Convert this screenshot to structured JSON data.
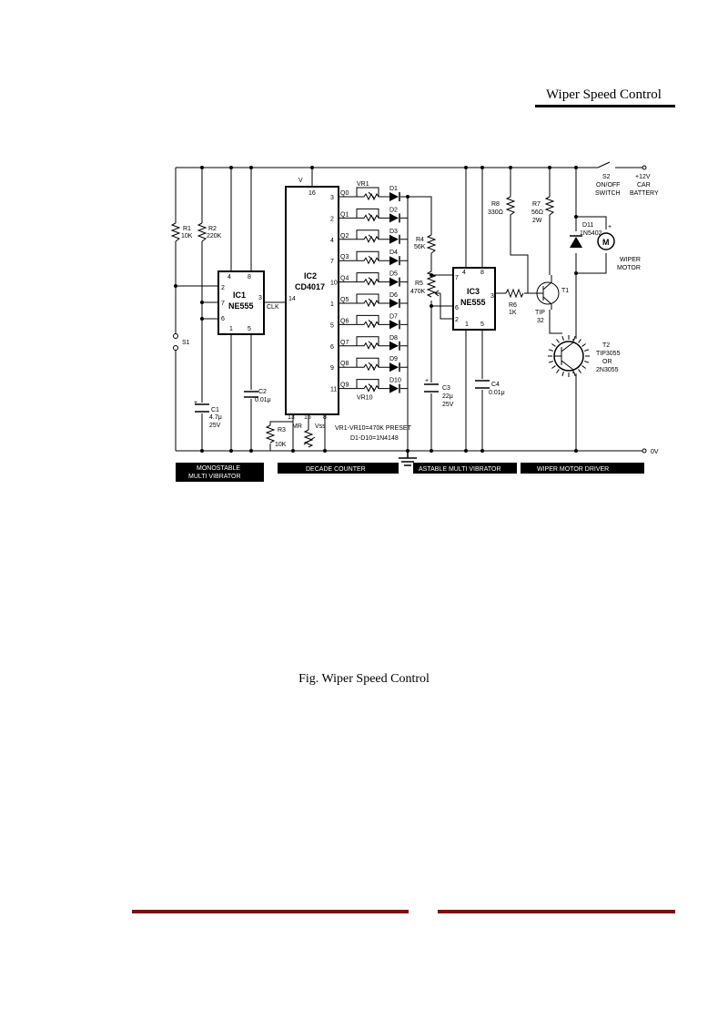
{
  "header": {
    "title": "Wiper Speed Control"
  },
  "caption": "Fig. Wiper  Speed Control",
  "colors": {
    "footer_rule": "#7a1010",
    "section_band": "#000000"
  },
  "diagram": {
    "ic1": {
      "name": "IC1",
      "part": "NE555",
      "pins": [
        "4",
        "8",
        "2",
        "7",
        "6",
        "3",
        "1",
        "5"
      ]
    },
    "ic2": {
      "name": "IC2",
      "part": "CD4017",
      "vdd": "V",
      "pin16": "16",
      "pin14": "14",
      "clk": "CLK",
      "pins_bottom": [
        "13",
        "15",
        "8"
      ],
      "mr": "MR",
      "vss": "Vss"
    },
    "ic3": {
      "name": "IC3",
      "part": "NE555",
      "pins": [
        "4",
        "8",
        "7",
        "6",
        "2",
        "3",
        "1",
        "5"
      ]
    },
    "outputs": [
      {
        "q": "Q0",
        "pin": "3",
        "vr": "VR1",
        "d": "D1"
      },
      {
        "q": "Q1",
        "pin": "2",
        "vr": "",
        "d": "D2"
      },
      {
        "q": "Q2",
        "pin": "4",
        "vr": "",
        "d": "D3"
      },
      {
        "q": "Q3",
        "pin": "7",
        "vr": "",
        "d": "D4"
      },
      {
        "q": "Q4",
        "pin": "10",
        "vr": "",
        "d": "D5"
      },
      {
        "q": "Q5",
        "pin": "1",
        "vr": "",
        "d": "D6"
      },
      {
        "q": "Q6",
        "pin": "5",
        "vr": "",
        "d": "D7"
      },
      {
        "q": "Q7",
        "pin": "6",
        "vr": "",
        "d": "D8"
      },
      {
        "q": "Q8",
        "pin": "9",
        "vr": "",
        "d": "D9"
      },
      {
        "q": "Q9",
        "pin": "11",
        "vr": "VR10",
        "d": "D10"
      }
    ],
    "r1": [
      "R1",
      "10K"
    ],
    "r2": [
      "R2",
      "220K"
    ],
    "r3": [
      "R3",
      "10K"
    ],
    "r4": [
      "R4",
      "56K"
    ],
    "r5": [
      "R5",
      "470K"
    ],
    "r6": [
      "R6",
      "1K"
    ],
    "r7": [
      "R7",
      "56Ω",
      "2W"
    ],
    "r8": [
      "R8",
      "330Ω"
    ],
    "c1": [
      "C1",
      "4.7μ",
      "25V"
    ],
    "c2": [
      "C2",
      "0.01μ"
    ],
    "c3": [
      "C3",
      "22μ",
      "25V"
    ],
    "c4": [
      "C4",
      "0.01μ"
    ],
    "s1": "S1",
    "s2": [
      "S2",
      "ON/OFF",
      "SWITCH"
    ],
    "supply": [
      "+12V",
      "CAR",
      "BATTERY"
    ],
    "ground": "0V",
    "d11": [
      "D11",
      "1N5402"
    ],
    "motor": [
      "WIPER",
      "MOTOR"
    ],
    "motor_symbol": "M",
    "t1": [
      "T1",
      "TIP",
      "32"
    ],
    "t2": [
      "T2",
      "TIP3055",
      "OR",
      "2N3055"
    ],
    "notes": [
      "VR1-VR10=470K PRESET",
      "D1-D10=1N4148"
    ],
    "sections": [
      "MONOSTABLE",
      "MULTI VIBRATOR",
      "DECADE COUNTER",
      "ASTABLE MULTI VIBRATOR",
      "WIPER MOTOR DRIVER"
    ],
    "plus_mark": "+"
  }
}
